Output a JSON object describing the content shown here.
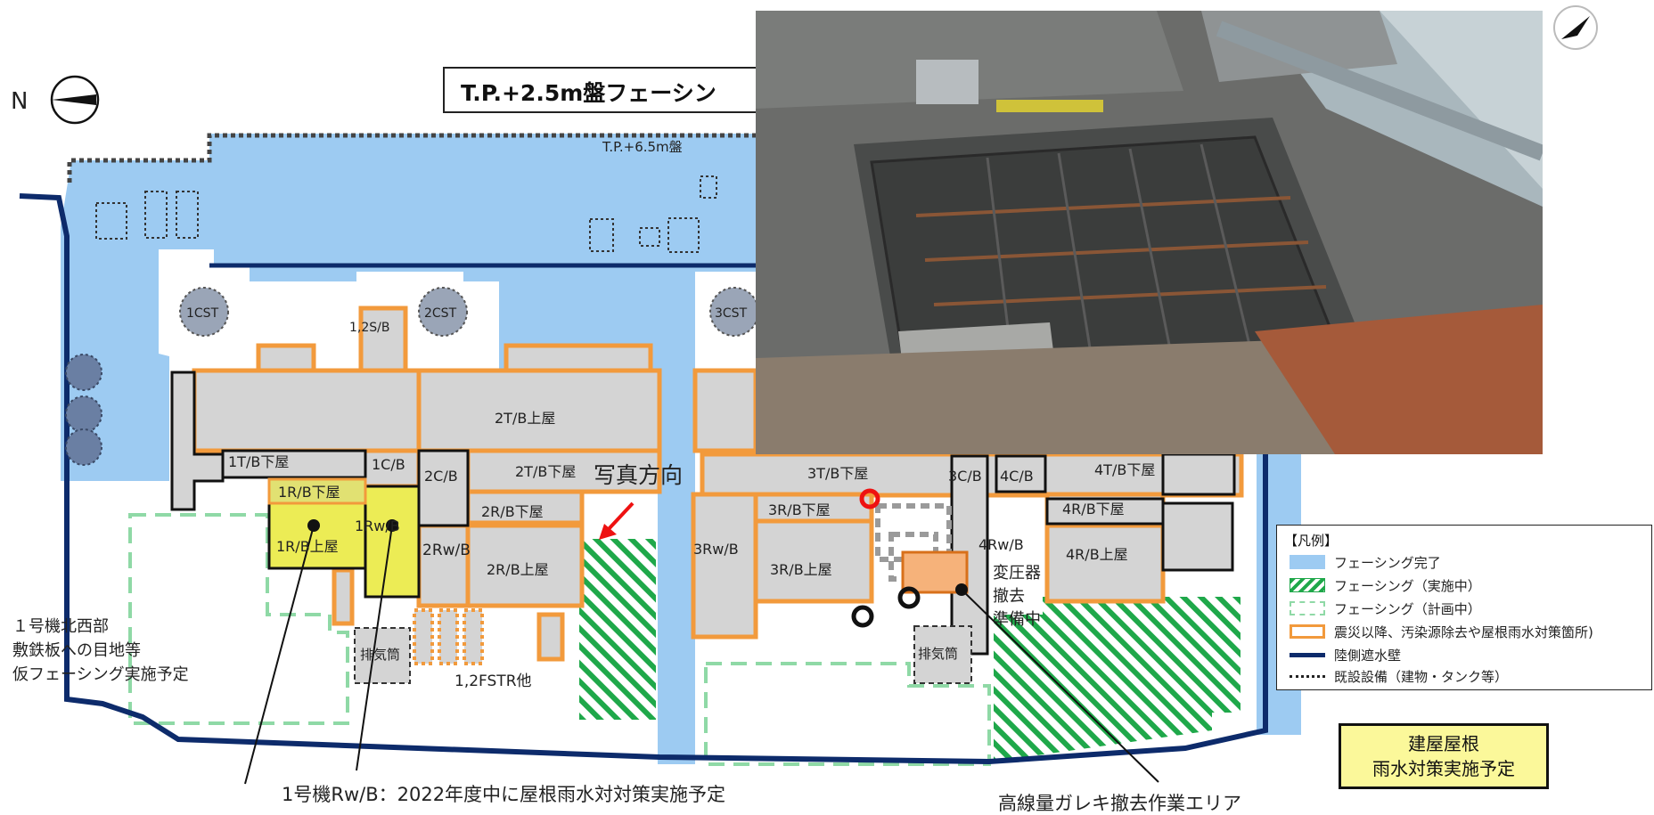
{
  "title": "T.P.+2.5m盤フェーシン",
  "compass_label": "N",
  "map_labels": {
    "tp65": "T.P.+6.5m盤",
    "cst1": "1CST",
    "cst2": "2CST",
    "cst3": "3CST",
    "s12b": "1,2S/B",
    "t1_lower": "1T/B下屋",
    "c1b": "1C/B",
    "c2b": "2C/B",
    "t2_upper": "2T/B上屋",
    "t2_lower": "2T/B下屋",
    "r1_lower": "1R/B下屋",
    "r1_upper": "1R/B上屋",
    "rw1": "1Rw/B",
    "r2_lower": "2R/B下屋",
    "rw2": "2Rw/B",
    "r2_upper": "2R/B上屋",
    "exhaust1": "排気筒",
    "fstr": "1,2FSTR他",
    "rw3": "3Rw/B",
    "t3_lower": "3T/B下屋",
    "r3_lower": "3R/B下屋",
    "r3_upper": "3R/B上屋",
    "c3b": "3C/B",
    "c4b": "4C/B",
    "t4_lower": "4T/B下屋",
    "r4_lower": "4R/B下屋",
    "rw4": "4Rw/B",
    "r4_upper": "4R/B上屋",
    "exhaust2": "排気筒"
  },
  "photo_direction": "写真方向",
  "transformer": [
    "変圧器",
    "撤去",
    "準備中"
  ],
  "nw_note": [
    "１号機北西部",
    "敷鉄板への目地等",
    "仮フェーシング実施予定"
  ],
  "rw_note": "1号機Rw/B：2022年度中に屋根雨水対対策実施予定",
  "debris_note": "高線量ガレキ撤去作業エリア",
  "legend": {
    "header": "【凡例】",
    "items": [
      {
        "label": "フェーシング完了",
        "style": "fill-blue"
      },
      {
        "label": "フェーシング（実施中）",
        "style": "hatch-green"
      },
      {
        "label": "フェーシング（計画中）",
        "style": "dash-green"
      },
      {
        "label": "震災以降、汚染源除去や屋根雨水対策箇所)",
        "style": "orange-outline"
      },
      {
        "label": "陸側遮水壁",
        "style": "navy-line"
      },
      {
        "label": "既設設備（建物・タンク等）",
        "style": "dotted-line"
      }
    ]
  },
  "yellow_box": [
    "建屋屋根",
    "雨水対策実施予定"
  ],
  "colors": {
    "facing_done": "#9dcbf2",
    "facing_wip": "#1fa84a",
    "facing_plan": "#8fd9a6",
    "outline_orange": "#f29a3c",
    "wall_navy": "#0d2b6b",
    "building_gray": "#d4d4d4",
    "accent_red": "#ee1111",
    "yellow": "#fbf89a"
  }
}
